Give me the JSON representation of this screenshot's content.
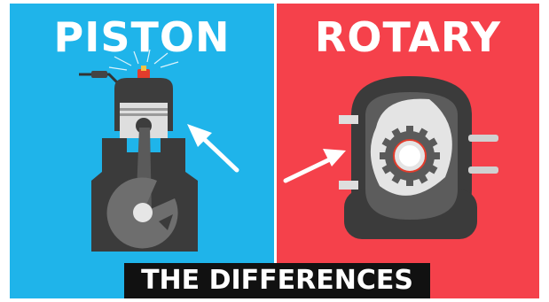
{
  "thumbnail": {
    "left_title": "PISTON",
    "right_title": "ROTARY",
    "caption": "THE DIFFERENCES",
    "colors": {
      "left_background": "#1fb4ea",
      "right_background": "#f5414b",
      "engine_dark": "#3b3b3b",
      "engine_mid": "#6d6d6d",
      "engine_light": "#e6e6e6",
      "caption_bar": "#111111",
      "text": "#ffffff"
    },
    "icons": {
      "piston_engine": "piston-engine-icon",
      "rotary_engine": "rotary-engine-icon",
      "pointer_arrow": "arrow-icon"
    }
  }
}
